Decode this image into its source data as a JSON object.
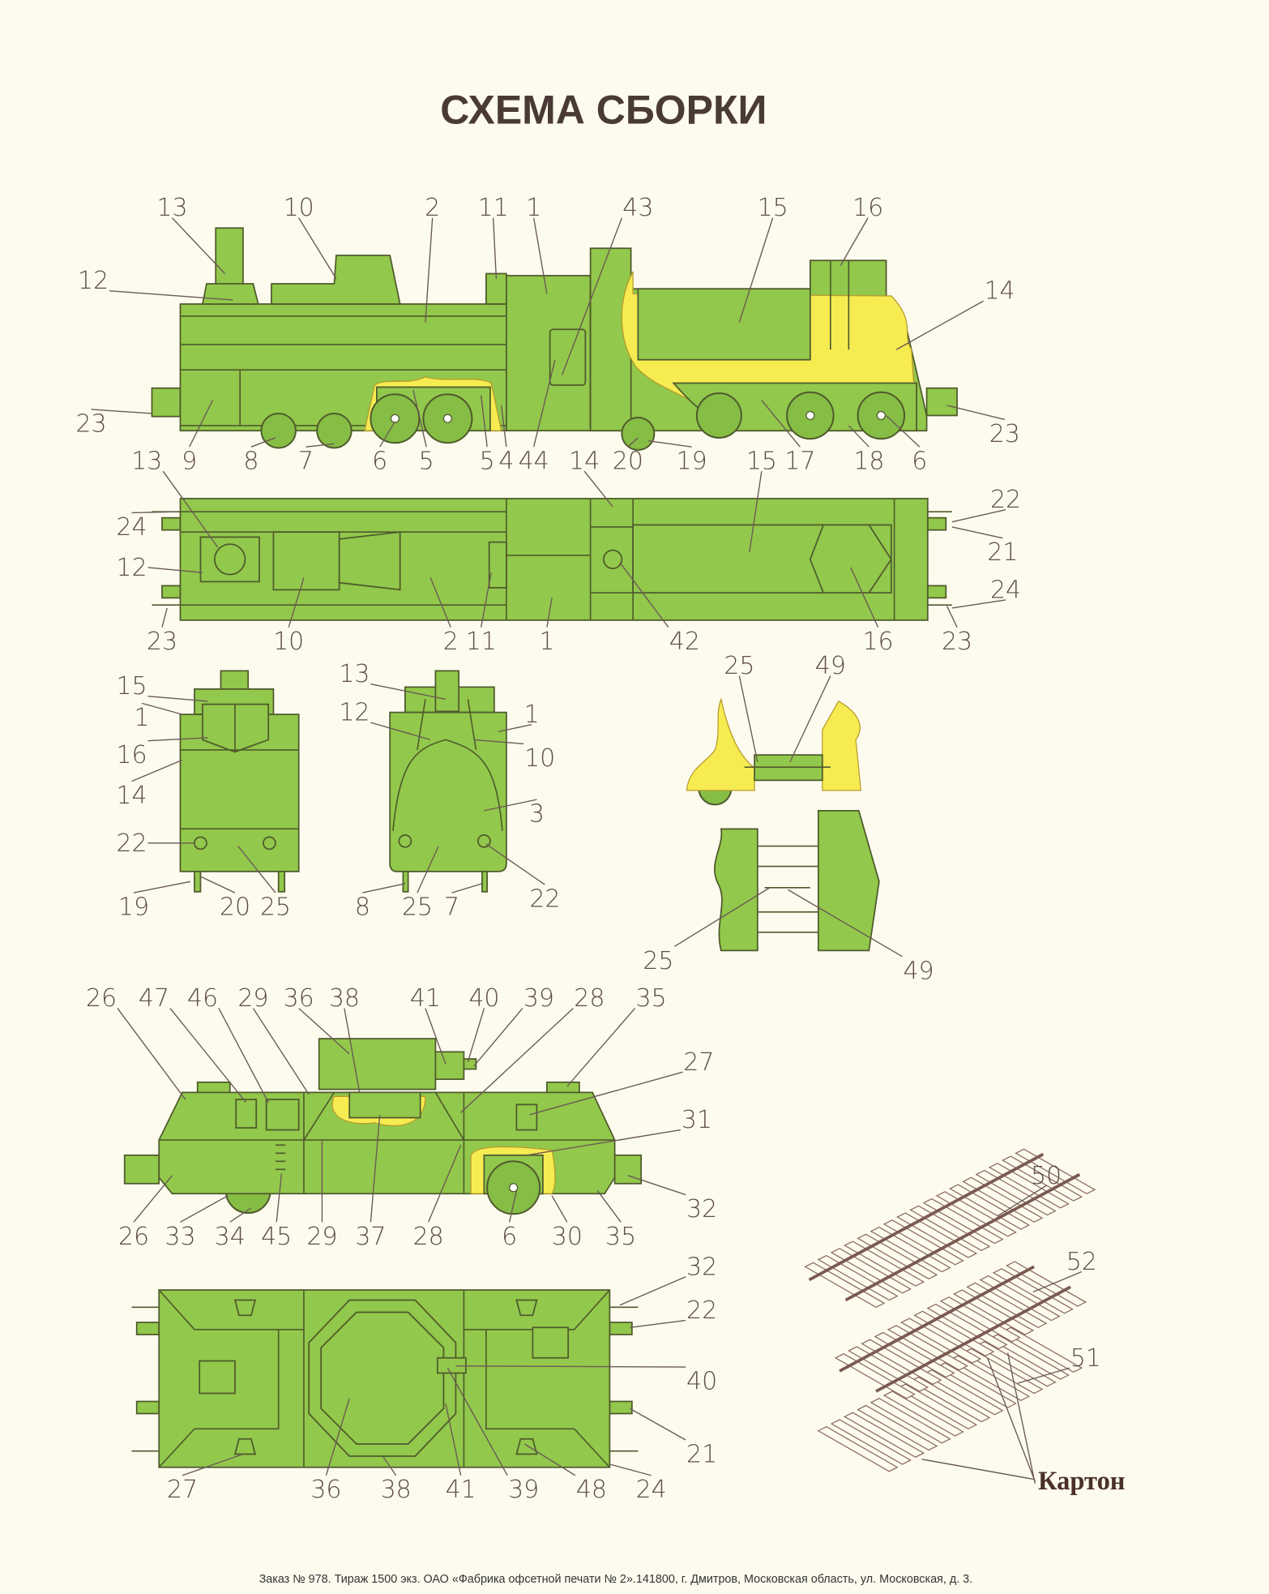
{
  "title": "СХЕМА СБОРКИ",
  "views": {
    "loco_side": {
      "labels": [
        "13",
        "10",
        "2",
        "11",
        "1",
        "43",
        "15",
        "16",
        "12",
        "14",
        "23",
        "23",
        "9",
        "8",
        "7",
        "6",
        "5",
        "5",
        "4",
        "44",
        "20",
        "19",
        "17",
        "18",
        "6"
      ]
    },
    "loco_top": {
      "labels": [
        "13",
        "14",
        "15",
        "24",
        "22",
        "21",
        "12",
        "24",
        "23",
        "10",
        "2",
        "11",
        "1",
        "42",
        "16",
        "23"
      ]
    },
    "tender_rear": {
      "labels": [
        "15",
        "1",
        "16",
        "14",
        "22",
        "19",
        "20",
        "25"
      ]
    },
    "loco_front": {
      "labels": [
        "13",
        "12",
        "1",
        "10",
        "3",
        "8",
        "25",
        "7",
        "22"
      ]
    },
    "coupler": {
      "labels": [
        "25",
        "49",
        "25",
        "49"
      ]
    },
    "armored_side": {
      "labels": [
        "26",
        "47",
        "46",
        "29",
        "36",
        "38",
        "41",
        "40",
        "39",
        "28",
        "35",
        "27",
        "31",
        "32",
        "26",
        "33",
        "34",
        "45",
        "29",
        "37",
        "28",
        "6",
        "30",
        "35"
      ]
    },
    "armored_top": {
      "labels": [
        "32",
        "22",
        "40",
        "21",
        "27",
        "36",
        "38",
        "41",
        "39",
        "48",
        "24"
      ]
    },
    "track": {
      "labels": [
        "50",
        "52",
        "51"
      ],
      "material_label": "Картон"
    }
  },
  "footer": "Заказ № 978. Тираж 1500 экз. ОАО «Фабрика офсетной печати № 2».141800, г. Дмитров, Московская область, ул. Московская, д. 3.",
  "colors": {
    "part_green": "#92c84b",
    "cutaway_yellow": "#f6ec52",
    "background": "#fdfbee",
    "text": "#5e4e48"
  }
}
